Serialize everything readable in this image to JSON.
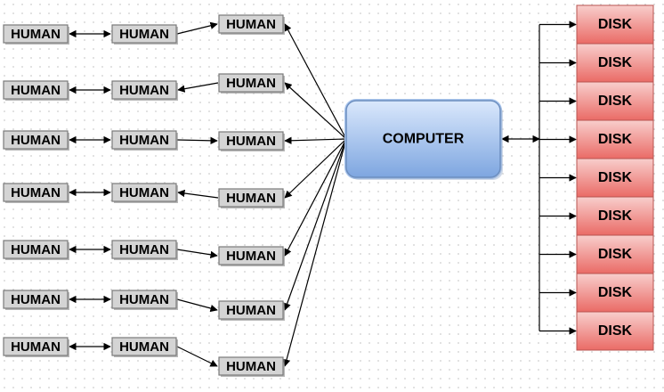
{
  "diagram": {
    "human_label": "HUMAN",
    "computer_label": "COMPUTER",
    "disk_label": "DISK",
    "rows": [
      {
        "id": 1,
        "inner_direction": "to-right"
      },
      {
        "id": 2,
        "inner_direction": "to-left"
      },
      {
        "id": 3,
        "inner_direction": "to-right"
      },
      {
        "id": 4,
        "inner_direction": "to-left"
      },
      {
        "id": 5,
        "inner_direction": "to-right"
      },
      {
        "id": 6,
        "inner_direction": "to-right"
      },
      {
        "id": 7,
        "inner_direction": "to-right"
      }
    ],
    "disk_count": 9,
    "colors": {
      "human_fill": "#d4d4d4",
      "human_border": "#7a7a7a",
      "computer_fill_top": "#dae8fc",
      "computer_fill_bottom": "#7ea6e0",
      "computer_border": "#6c8ebf",
      "disk_fill_top": "#f8cecc",
      "disk_fill_bottom": "#ea6b66",
      "disk_border": "#b85450",
      "edge": "#000000"
    }
  }
}
